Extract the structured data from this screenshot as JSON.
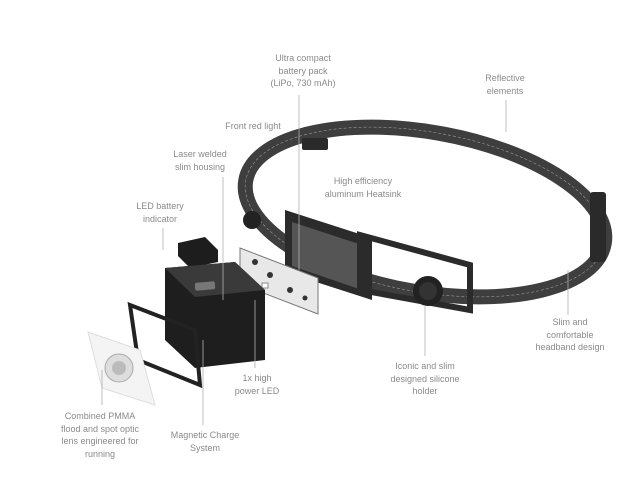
{
  "labels": {
    "battery": [
      "Ultra compact",
      "battery pack",
      "(LiPo, 730 mAh)"
    ],
    "reflective": [
      "Reflective",
      "elements"
    ],
    "front_red": [
      "Front red light"
    ],
    "housing": [
      "Laser welded",
      "slim housing"
    ],
    "heatsink": [
      "High efficiency",
      "aluminum Heatsink"
    ],
    "led_indicator": [
      "LED battery",
      "indicator"
    ],
    "headband": [
      "Slim and",
      "comfortable",
      "headband design"
    ],
    "holder": [
      "Iconic and slim",
      "designed silicone",
      "holder"
    ],
    "power_led": [
      "1x high",
      "power LED"
    ],
    "lens": [
      "Combined PMMA",
      "flood and spot optic",
      "lens engineered for",
      "running"
    ],
    "charge": [
      "Magnetic Charge",
      "System"
    ]
  },
  "colors": {
    "label": "#8a8a8a",
    "band": "#4a4a4a",
    "housing": "#1e1e1e",
    "leader": "#b0b0b0"
  }
}
